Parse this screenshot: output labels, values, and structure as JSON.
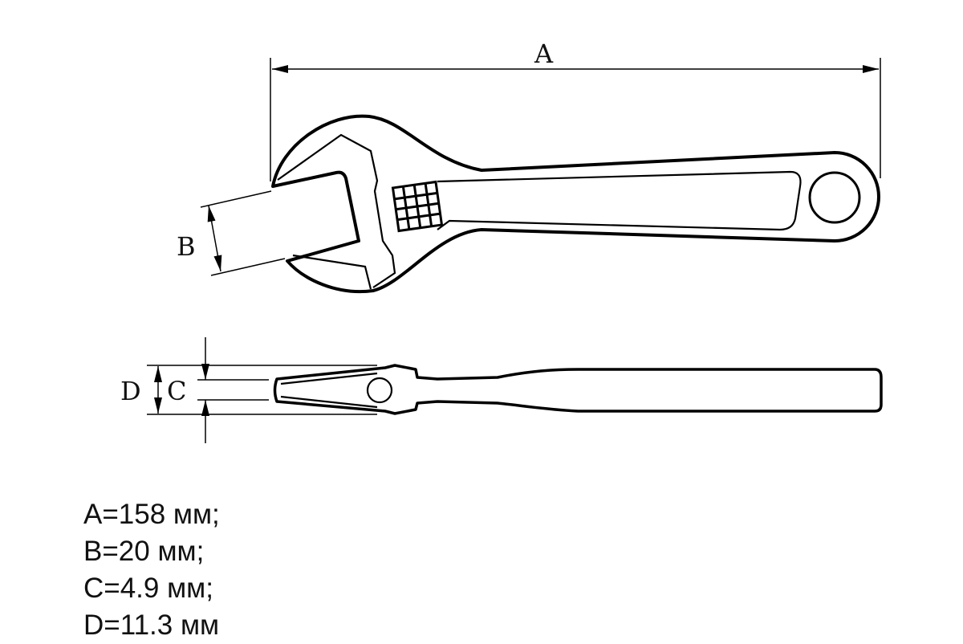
{
  "labels": {
    "a": "A",
    "b": "B",
    "c": "C",
    "d": "D"
  },
  "specs": [
    "A=158 мм;",
    "B=20 мм;",
    "C=4.9 мм;",
    "D=11.3 мм"
  ]
}
